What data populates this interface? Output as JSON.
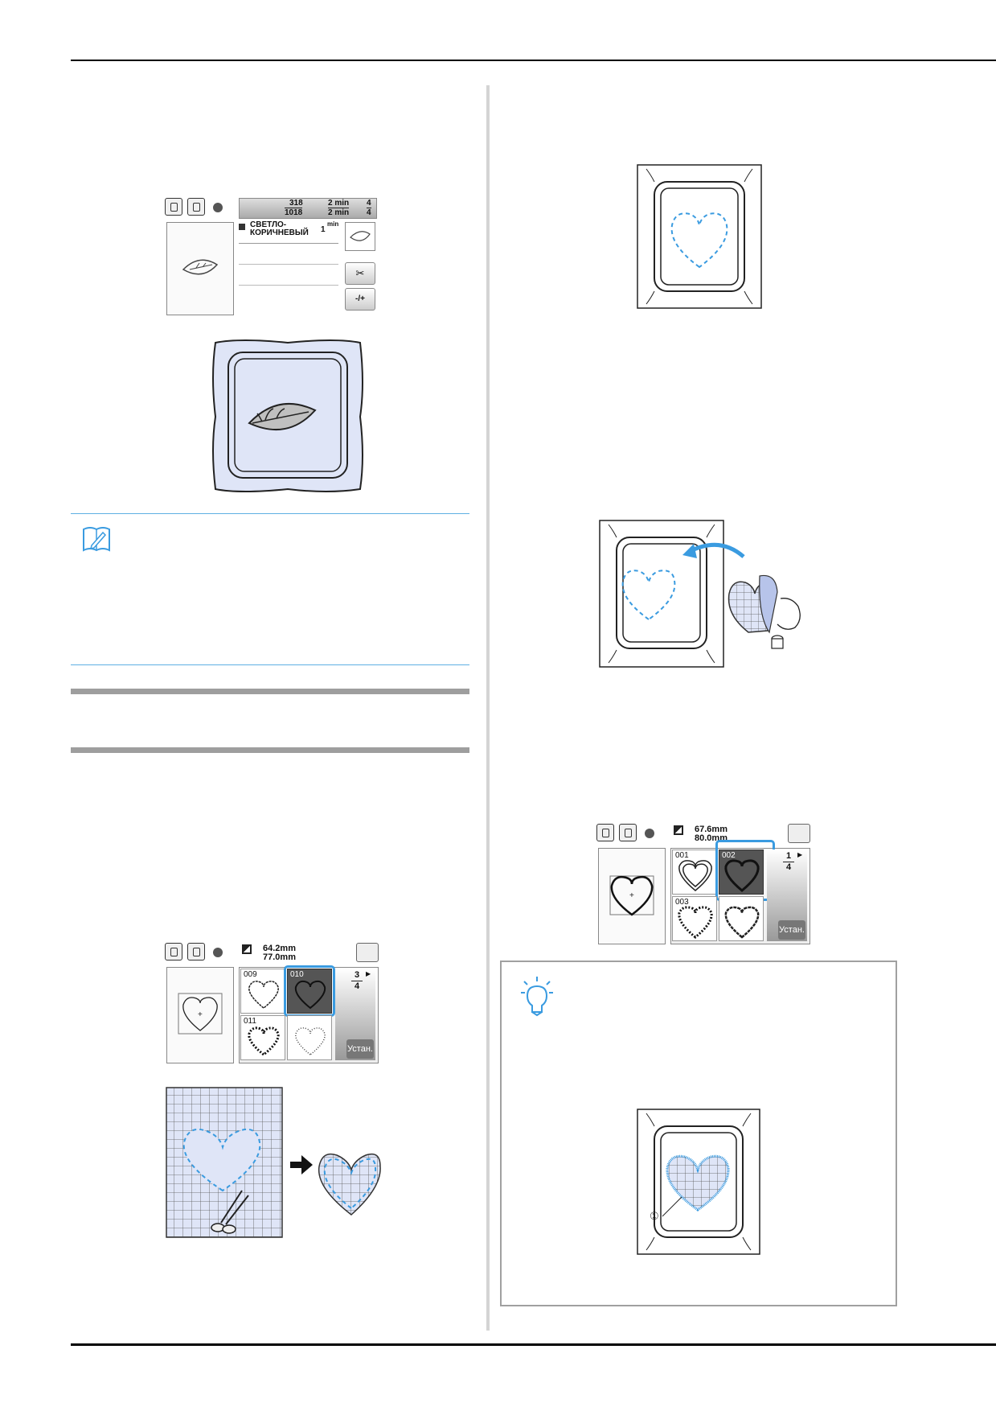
{
  "screen_leaf": {
    "stitch_count_top": "318",
    "stitch_count_bottom": "1018",
    "time_top": "2 min",
    "time_bottom": "2 min",
    "color_index_top": "4",
    "color_index_bottom": "4",
    "thread_color_line1": "СВЕТЛО-",
    "thread_color_line2": "КОРИЧНЕВЫЙ",
    "thread_time_value": "1",
    "thread_time_unit": "min",
    "feed_label": "-/+"
  },
  "screen_hearts_a": {
    "dim_width": "64.2mm",
    "dim_height": "77.0mm",
    "cells": [
      "009",
      "010",
      "011",
      ""
    ],
    "page_current": "3",
    "page_total": "4",
    "set_button": "Устан."
  },
  "screen_hearts_b": {
    "dim_width": "67.6mm",
    "dim_height": "80.0mm",
    "cells": [
      "001",
      "002",
      "003",
      ""
    ],
    "page_current": "1",
    "page_total": "4",
    "set_button": "Устан."
  },
  "callout_label": "①",
  "icons": {
    "memo": "memo-book-icon",
    "note": "lightbulb-icon",
    "scissors": "scissors-icon",
    "arrow": "right-arrow-icon"
  },
  "colors": {
    "accent_blue": "#3a9be0",
    "fabric_blue": "#dfe5f7",
    "rule_grey": "#9e9e9e"
  }
}
